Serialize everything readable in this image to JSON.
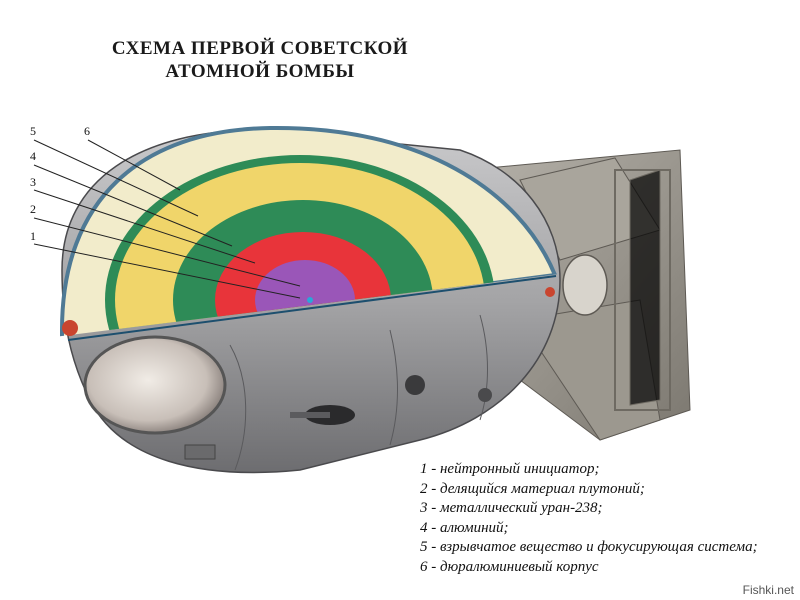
{
  "title": {
    "line1": "СХЕМА ПЕРВОЙ СОВЕТСКОЙ",
    "line2": "АТОМНОЙ БОМБЫ"
  },
  "callout_numbers": [
    "1",
    "2",
    "3",
    "4",
    "5",
    "6"
  ],
  "legend": [
    "1 - нейтронный инициатор;",
    "2 - делящийся материал плутоний;",
    "3 - металлический уран-238;",
    "4 - алюминий;",
    "5 - взрывчатое вещество и фокусирующая система;",
    "6 - дюралюминиевый корпус"
  ],
  "layer_colors": {
    "casing": "#f2eccb",
    "explosive": "#f0d56a",
    "aluminum": "#2e8b57",
    "uranium": "#e8343a",
    "plutonium": "#9a56b8",
    "initiator": "#2aa8d8",
    "hull_outline": "#4f7a95",
    "metal": "#a7a7a9"
  },
  "watermark": "Fishki.net"
}
